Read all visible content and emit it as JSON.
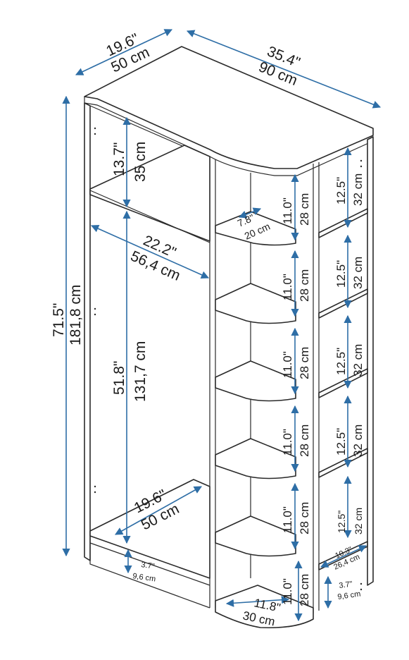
{
  "accent_color": "#2e6ea6",
  "dimensions": {
    "depth": {
      "inch": "19.6\"",
      "cm": "50 cm"
    },
    "width": {
      "inch": "35.4\"",
      "cm": "90 cm"
    },
    "height": {
      "inch": "71.5\"",
      "cm": "181,8 cm"
    },
    "top_shelf_gap": {
      "inch": "13.7\"",
      "cm": "35 cm"
    },
    "hanging_height": {
      "inch": "51.8\"",
      "cm": "131,7 cm"
    },
    "hanging_width": {
      "inch": "22.2\"",
      "cm": "56,4 cm"
    },
    "bottom_depth": {
      "inch": "19.6\"",
      "cm": "50 cm"
    },
    "plinth_left": {
      "inch": "3.7\"",
      "cm": "9,6 cm"
    },
    "corner_shelf_small": {
      "inch": "7.8\"",
      "cm": "20 cm"
    },
    "middle_spacing": {
      "inch": "11.0\"",
      "cm": "28 cm"
    },
    "right_spacing": {
      "inch": "12.5\"",
      "cm": "32 cm"
    },
    "right_bottom_depth": {
      "inch": "10.3\"",
      "cm": "26,4 cm"
    },
    "plinth_right": {
      "inch": "3.7\"",
      "cm": "9,6 cm"
    },
    "corner_shelf_bottom": {
      "inch": "11.8\"",
      "cm": "30 cm"
    }
  }
}
